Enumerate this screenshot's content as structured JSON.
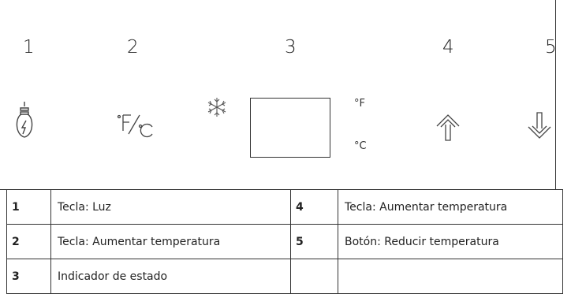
{
  "panel": {
    "numbers": [
      "1",
      "2",
      "3",
      "4",
      "5"
    ],
    "unit_f": "°F",
    "unit_c": "°C",
    "icons": {
      "light": "light-bulb-icon",
      "toggle": "fahrenheit-celsius-toggle-icon",
      "snow": "snowflake-icon",
      "up": "arrow-up-icon",
      "down": "arrow-down-icon"
    }
  },
  "legend": {
    "rows": [
      [
        {
          "k": "1",
          "v": "Tecla: Luz"
        },
        {
          "k": "4",
          "v": "Tecla: Aumentar temperatura"
        }
      ],
      [
        {
          "k": "2",
          "v": "Tecla: Aumentar temperatura"
        },
        {
          "k": "5",
          "v": "Botón: Reducir temperatura"
        }
      ],
      [
        {
          "k": "3",
          "v": "Indicador de estado"
        },
        {
          "k": "",
          "v": ""
        }
      ]
    ]
  }
}
